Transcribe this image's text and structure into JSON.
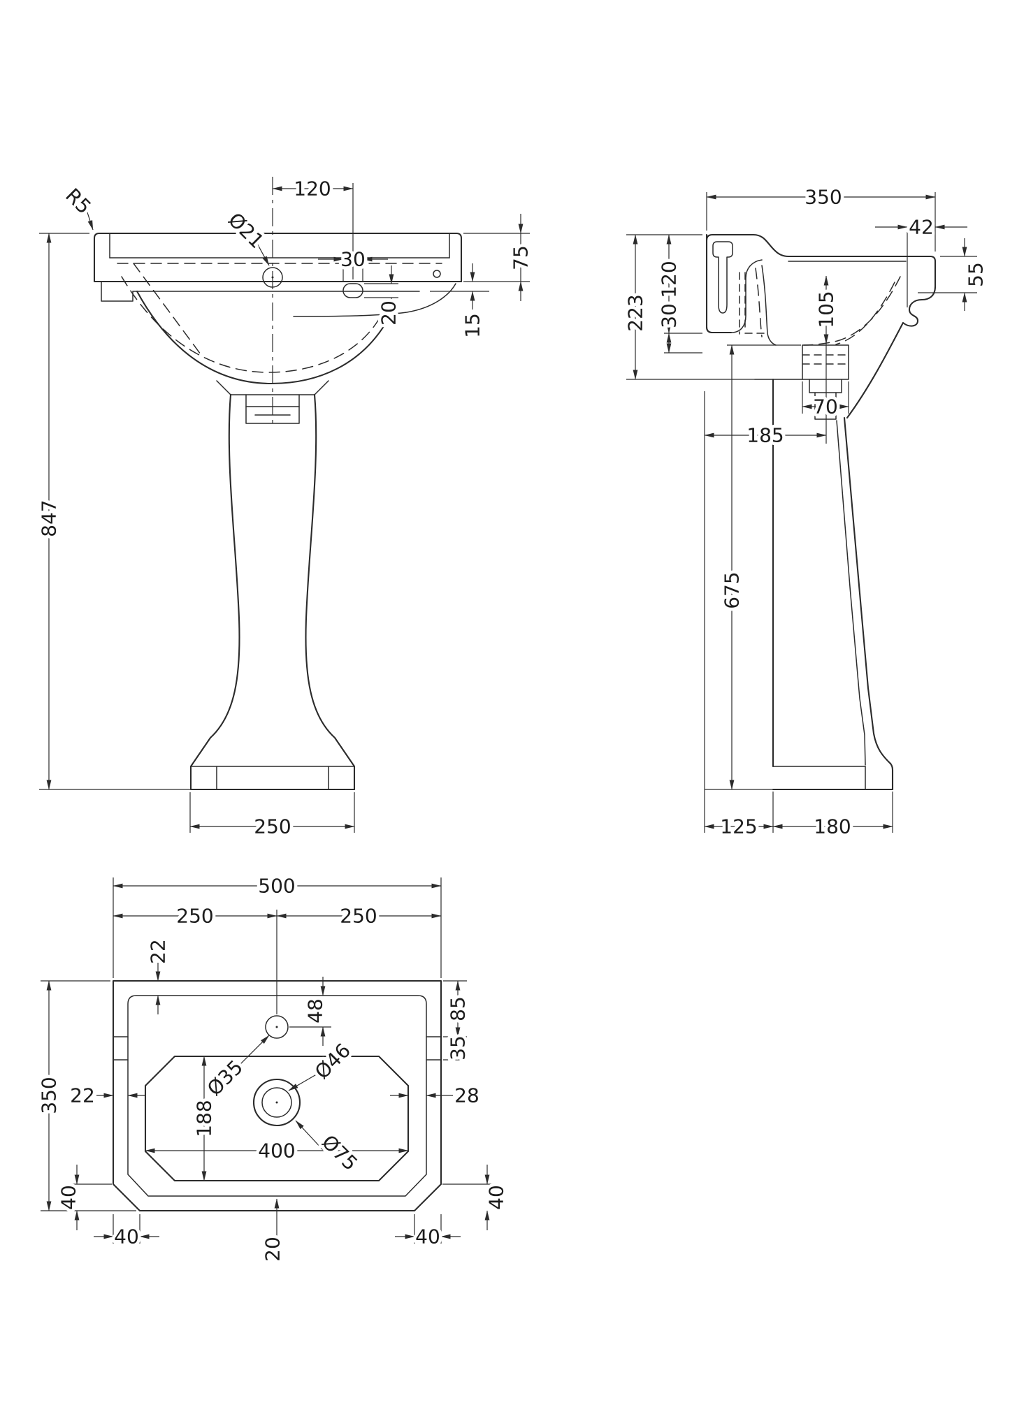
{
  "page": {
    "background": "#ffffff",
    "line_color": "#2b2b2b"
  },
  "front_view": {
    "dims": {
      "corner_radius": "R5",
      "tap_hole_dia": "Ø21",
      "overflow_offset": "120",
      "overflow_width": "30",
      "overflow_height": "20",
      "rim_height": "75",
      "lip_step": "15",
      "overall_height": "847",
      "pedestal_base_width": "250"
    }
  },
  "side_view": {
    "dims": {
      "overall_depth": "350",
      "front_lip": "42",
      "apron_depth": "55",
      "back_height": "223",
      "fixing_drop": "120",
      "fixing_slot": "30",
      "bowl_depth": "105",
      "waste_boss": "70",
      "waste_from_wall": "185",
      "underside_height": "675",
      "pedestal_setback": "125",
      "pedestal_foot_depth": "180"
    }
  },
  "plan_view": {
    "dims": {
      "overall_width": "500",
      "centre_left": "250",
      "centre_right": "250",
      "back_rim": "22",
      "tap_hole_offset": "48",
      "side_ledge": "85",
      "side_slot": "35",
      "left_rim": "22",
      "right_gap": "28",
      "bowl_depth_inner": "188",
      "bowl_width_inner": "400",
      "tap_hole_dia": "Ø35",
      "waste_inner_dia": "Ø46",
      "waste_outer_dia": "Ø75",
      "overall_depth": "350",
      "chamfer_left_v": "40",
      "chamfer_left_h": "40",
      "chamfer_right_h": "40",
      "chamfer_right_v": "40",
      "front_gap": "20"
    }
  }
}
